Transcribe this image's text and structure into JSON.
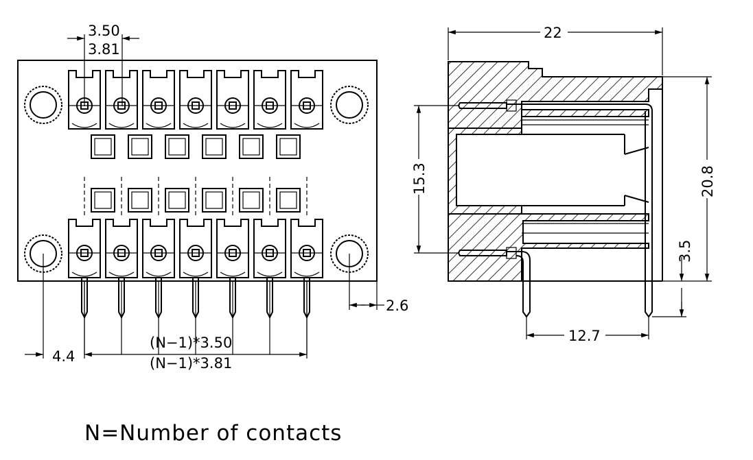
{
  "front_view": {
    "dims": {
      "pitch_a": "3.50",
      "pitch_b": "3.81",
      "span_a": "(N−1)*3.50",
      "span_b": "(N−1)*3.81",
      "offset_left": "4.4",
      "offset_right": "2.6"
    },
    "contacts_per_row": 7
  },
  "side_view": {
    "dims": {
      "depth": "22",
      "pin_spacing": "15.3",
      "height": "20.8",
      "pin_extension": "3.5",
      "pin_offset": "12.7"
    }
  },
  "note": "N=Number of contacts"
}
